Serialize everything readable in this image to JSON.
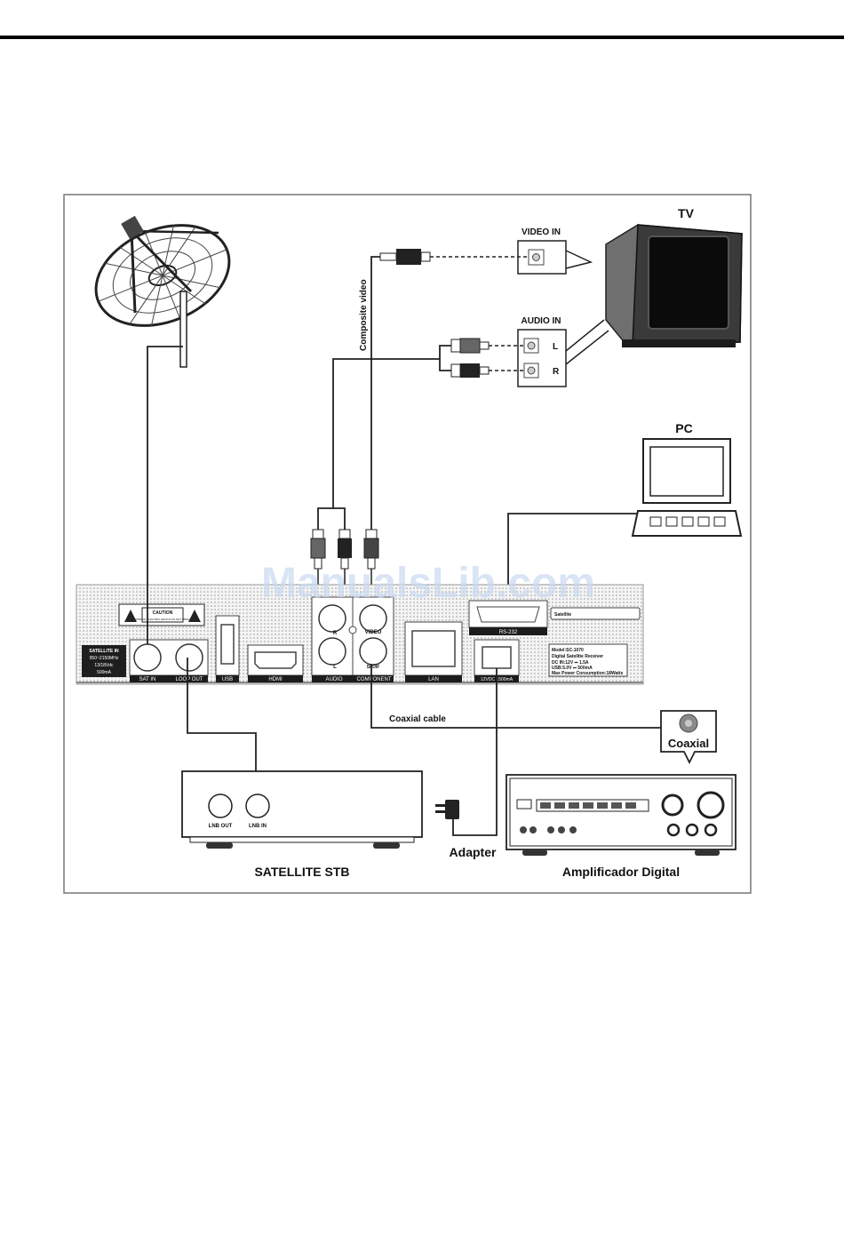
{
  "watermark": "ManualsLib.com",
  "labels": {
    "tv": "TV",
    "pc": "PC",
    "video_in": "VIDEO IN",
    "audio_in": "AUDIO IN",
    "audio_l": "L",
    "audio_r": "R",
    "composite_video": "Composite video",
    "coaxial_cable": "Coaxial cable",
    "coaxial": "Coaxial",
    "adapter": "Adapter",
    "satellite_stb": "SATELLITE STB",
    "amplifier": "Amplificador Digital",
    "lnb_out": "LNB OUT",
    "lnb_in": "LNB IN"
  },
  "panel": {
    "sat_in": "SAT IN",
    "loop_out": "LOOP OUT",
    "usb": "USB",
    "hdmi": "HDMI",
    "audio": "AUDIO",
    "component": "COMPONENT",
    "lan": "LAN",
    "rs232": "RS-232",
    "power": "12VDC 1500mA",
    "video": "VIDEO",
    "spdif": "SPDIF",
    "audio_r": "R",
    "audio_l": "L",
    "caution": "CAUTION",
    "caution_sub": "RISK OF ELECTRIC SHOCK DO NOT OPEN",
    "satellite_in": "SATELLITE IN",
    "sat_in_freq": "950~2150MHz",
    "sat_in_volt": "13/18Vdc",
    "sat_in_current": "500mA",
    "satellite_brand": "Satellite",
    "model": "Model:SC-1070",
    "model_desc": "Digital Satellite Receiver",
    "dc_in": "DC IN:12V ⎓ 1.5A",
    "usb_spec": "USB:5.0V ⎓ 500mA",
    "max_power": "Max Power Consumption:18Watts"
  }
}
